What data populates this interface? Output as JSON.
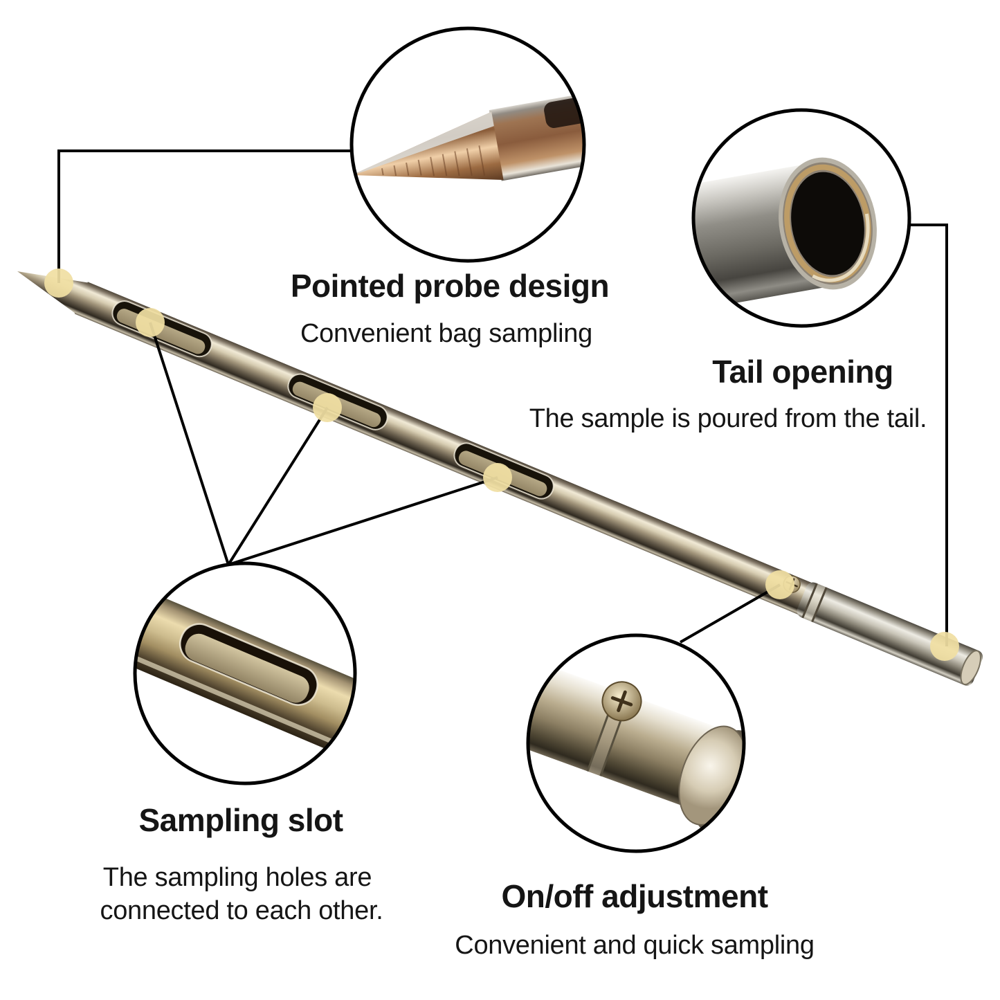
{
  "page": {
    "background": "#ffffff"
  },
  "colors": {
    "text": "#151515",
    "connector": "#000000",
    "marker_dot": "#f0dfa2",
    "circle_outline": "#000000"
  },
  "annotations": {
    "pointed_probe": {
      "title": "Pointed probe design",
      "subtitle": "Convenient bag sampling"
    },
    "tail_opening": {
      "title": "Tail opening",
      "subtitle": "The sample is poured from the tail."
    },
    "sampling_slot": {
      "title": "Sampling slot",
      "subtitle_lines": [
        "The sampling holes are",
        "connected to each other."
      ]
    },
    "on_off_adjustment": {
      "title": "On/off adjustment",
      "subtitle": "Convenient and quick sampling"
    }
  }
}
